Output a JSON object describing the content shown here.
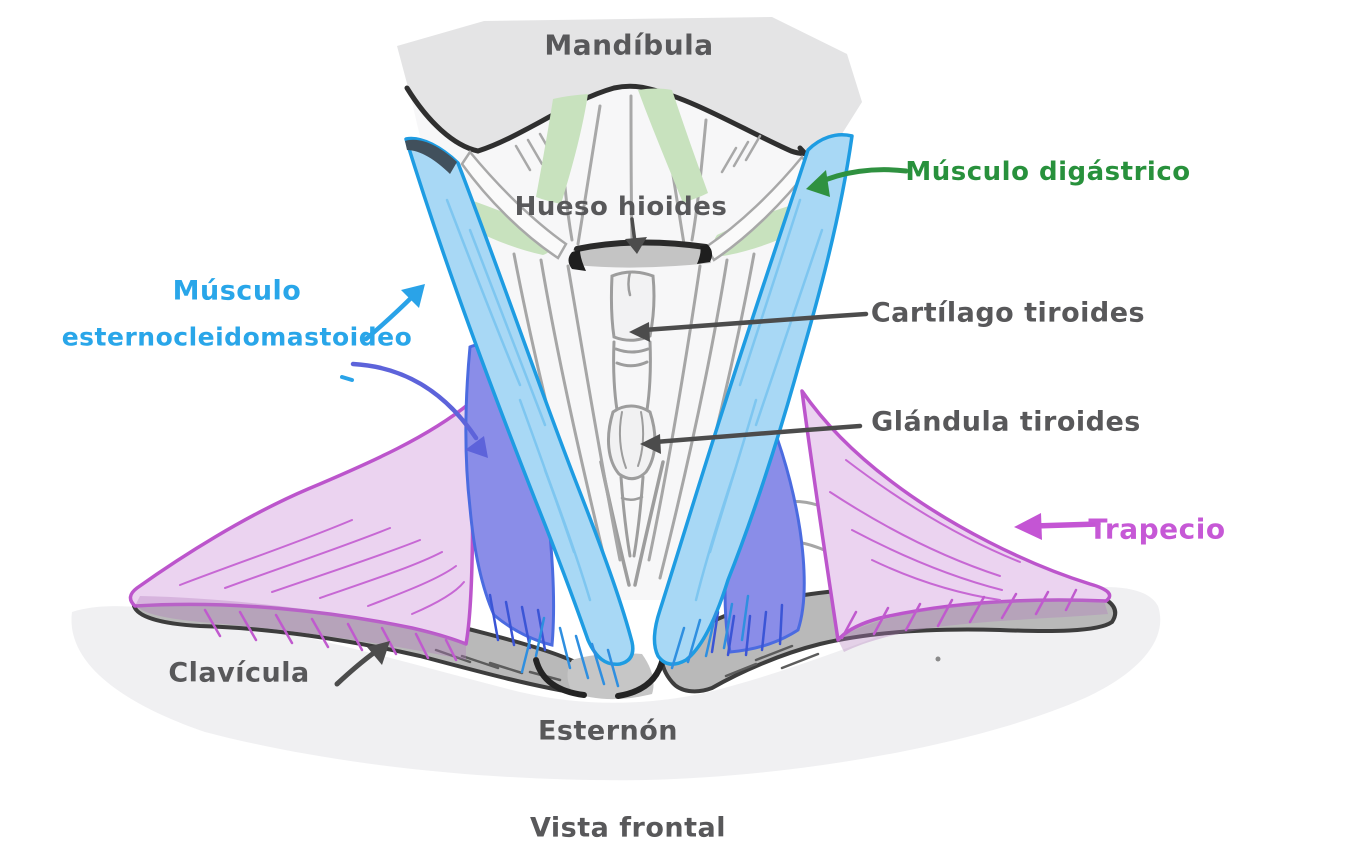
{
  "figure": {
    "type": "anatomical-diagram",
    "subject": "Músculos y estructuras del cuello (vista frontal)",
    "caption": "Vista frontal",
    "labels": {
      "mandibula": "Mandíbula",
      "hueso_hioides": "Hueso hioides",
      "musculo_digastrico": "Músculo digástrico",
      "musculo_esternocleidomastoideo_line1": "Músculo",
      "musculo_esternocleidomastoideo_line2": "esternocleidomastoideo",
      "cartilago_tiroides": "Cartílago tiroides",
      "glandula_tiroides": "Glándula tiroides",
      "trapecio": "Trapecio",
      "clavicula": "Clavícula",
      "esternon": "Esternón"
    },
    "colors": {
      "label_dark": "#58585a",
      "digastric_green_text": "#28913c",
      "scm_blue_text": "#29a6e9",
      "trapezius_magenta_text": "#c658d6",
      "scm_fill": "#a8d8f5",
      "scm_outline": "#1e9ce2",
      "deep_muscle_fill": "#8a8de8",
      "trapezius_fill": "#ebd3f0",
      "trapezius_outline": "#bc55cc",
      "digastric_fill": "#c8e2be",
      "bone_fill": "#b9b9b9",
      "mandible_fill": "#e4e4e5",
      "outline_dark": "#2f2f2f"
    }
  }
}
